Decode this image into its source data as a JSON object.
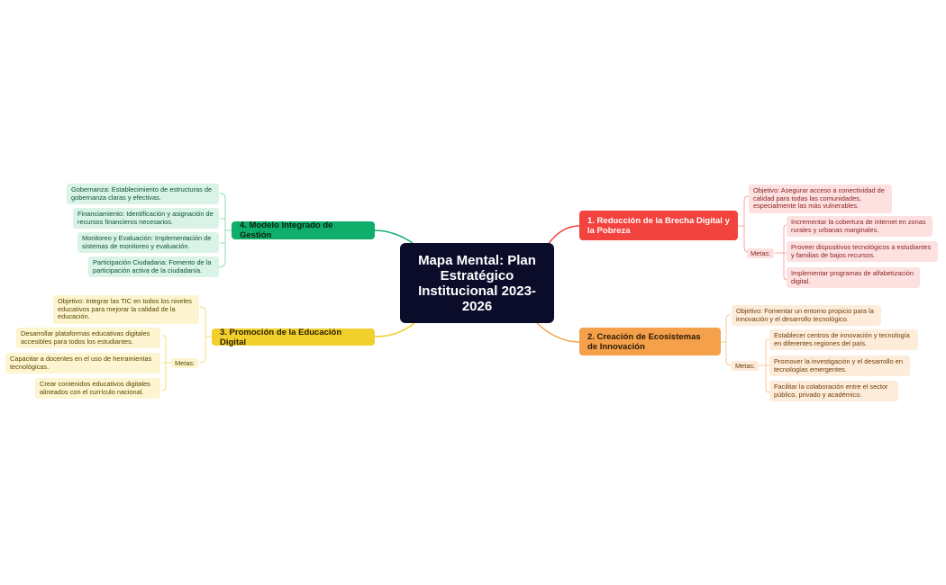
{
  "central": {
    "title": "Mapa Mental: Plan Estratégico Institucional 2023-2026"
  },
  "colors": {
    "red": "#f2433f",
    "orange": "#f5a04b",
    "yellow": "#f1cf2c",
    "green": "#0fae6b",
    "central_bg": "#0b0b2a"
  },
  "branches": [
    {
      "title": "1. Reducción de la Brecha Digital y la Pobreza",
      "objetivo": "Objetivo: Asegurar acceso a conectividad de calidad para todas las comunidades, especialmente las más vulnerables.",
      "metas_label": "Metas:",
      "metas": [
        "Incrementar la cobertura de internet en zonas rurales y urbanas marginales.",
        "Proveer dispositivos tecnológicos a estudiantes y familias de bajos recursos.",
        "Implementar programas de alfabetización digital."
      ]
    },
    {
      "title": "2. Creación de Ecosistemas de Innovación",
      "objetivo": "Objetivo: Fomentar un entorno propicio para la innovación y el desarrollo tecnológico.",
      "metas_label": "Metas:",
      "metas": [
        "Establecer centros de innovación y tecnología en diferentes regiones del país.",
        "Promover la investigación y el desarrollo en tecnologías emergentes.",
        "Facilitar la colaboración entre el sector público, privado y académico."
      ]
    },
    {
      "title": "3. Promoción de la Educación Digital",
      "objetivo": "Objetivo: Integrar las TIC en todos los niveles educativos para mejorar la calidad de la educación.",
      "metas_label": "Metas:",
      "metas": [
        "Desarrollar plataformas educativas digitales accesibles para todos los estudiantes.",
        "Capacitar a docentes en el uso de herramientas tecnológicas.",
        "Crear contenidos educativos digitales alineados con el currículo nacional."
      ]
    },
    {
      "title": "4. Modelo Integrado de Gestión",
      "items": [
        "Gobernanza: Establecimiento de estructuras de gobernanza claras y efectivas.",
        "Financiamiento: Identificación y asignación de recursos financieros necesarios.",
        "Monitoreo y Evaluación: Implementación de sistemas de monitoreo y evaluación.",
        "Participación Ciudadana: Fomento de la participación activa de la ciudadanía."
      ]
    }
  ]
}
